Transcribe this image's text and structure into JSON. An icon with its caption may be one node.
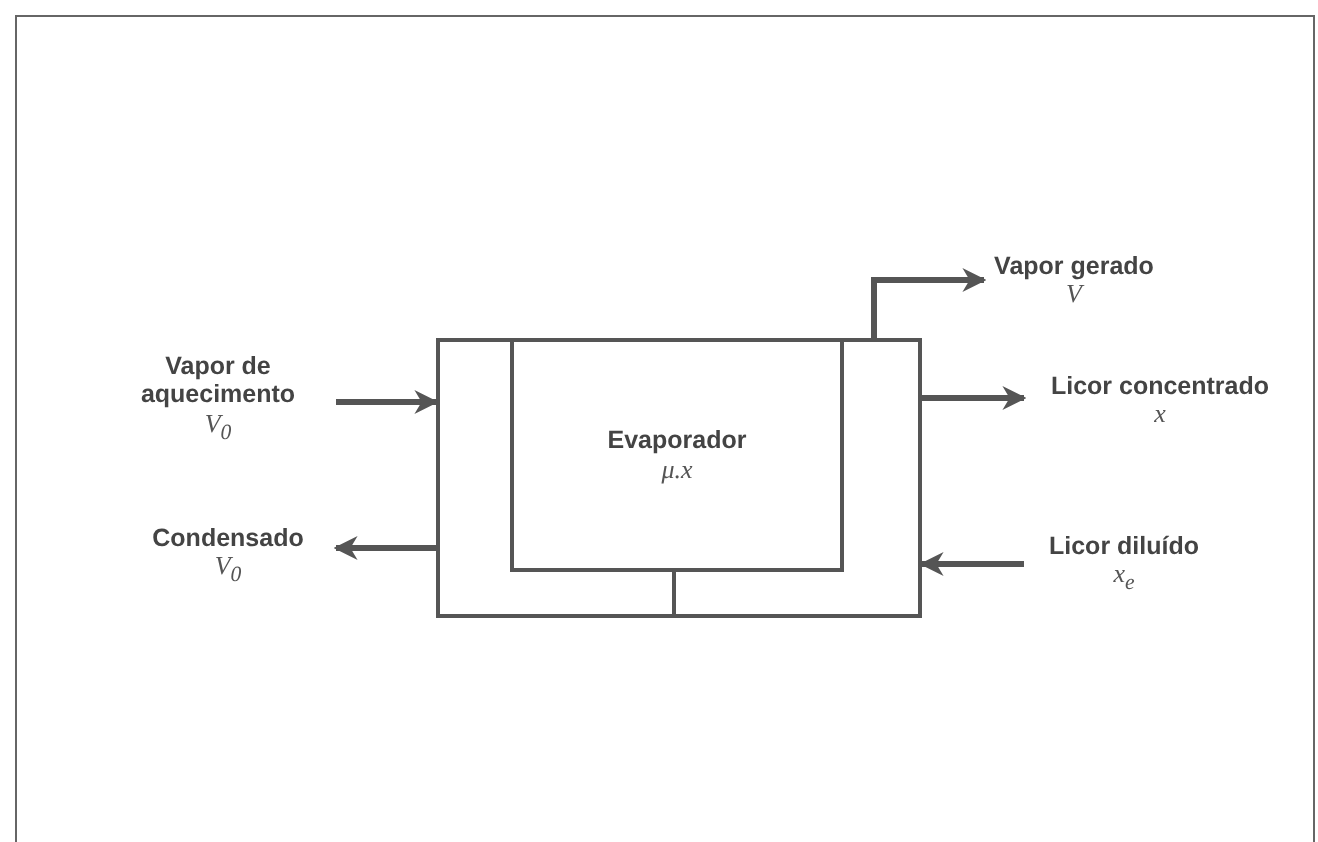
{
  "diagram": {
    "nodes": [
      {
        "text": [],
        "shape": "box"
      },
      {
        "text": [
          "Evaporador",
          "μ.x"
        ],
        "in": 0
      },
      {
        "text": [
          "Vapor de aquecimento",
          "V$_{0}$"
        ]
      },
      {
        "text": [
          "Condensado",
          "V$_{0}$"
        ]
      },
      {
        "text": [
          "Vapor gerado",
          "V"
        ]
      },
      {
        "text": [
          "Licor concentrado",
          "x"
        ]
      },
      {
        "text": [
          "Licor diluído",
          "x$_{e}$"
        ]
      }
    ],
    "edges": [
      {
        "from": 2,
        "to": 0,
        "arrow": "to"
      },
      {
        "from": 0,
        "to": 3,
        "arrow": "to"
      },
      {
        "from": 0,
        "to": 4,
        "arrow": "to"
      },
      {
        "from": 0,
        "to": 5,
        "arrow": "to"
      },
      {
        "from": 6,
        "to": 0,
        "arrow": "to"
      }
    ]
  }
}
